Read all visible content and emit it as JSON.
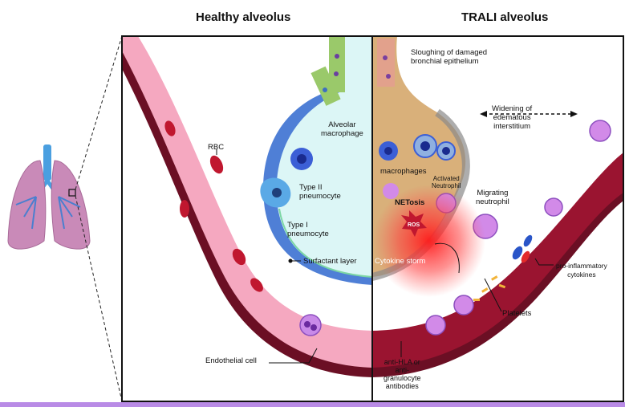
{
  "headers": {
    "healthy": "Healthy alveolus",
    "trali": "TRALI alveolus"
  },
  "labels": {
    "rbc": "RBC",
    "alveolar_macrophage": "Alveolar\nmacrophage",
    "type2": "Type II\npneumocyte",
    "type1": "Type I\npneumocyte",
    "surfactant": "Surfactant layer",
    "endothelial": "Endothelial cell",
    "sloughing": "Sloughing of damaged\nbronchial epithelium",
    "widening": "Widening of\nedematous\ninterstitium",
    "macrophages": "macrophages",
    "activated_neutrophil": "Activated\nNeutrophil",
    "netosis": "NETosis",
    "migrating": "Migrating\nneutrophil",
    "ros": "ROS",
    "cytokine_storm": "Cytokine storm",
    "neutrophil": "Neutrophil",
    "pro_inflammatory": "pro-inflammatory\ncytokines",
    "platelets": "Platelets",
    "antibodies": "anti-HLA or\nanti-\ngranulocyte\nantibodies"
  }
}
